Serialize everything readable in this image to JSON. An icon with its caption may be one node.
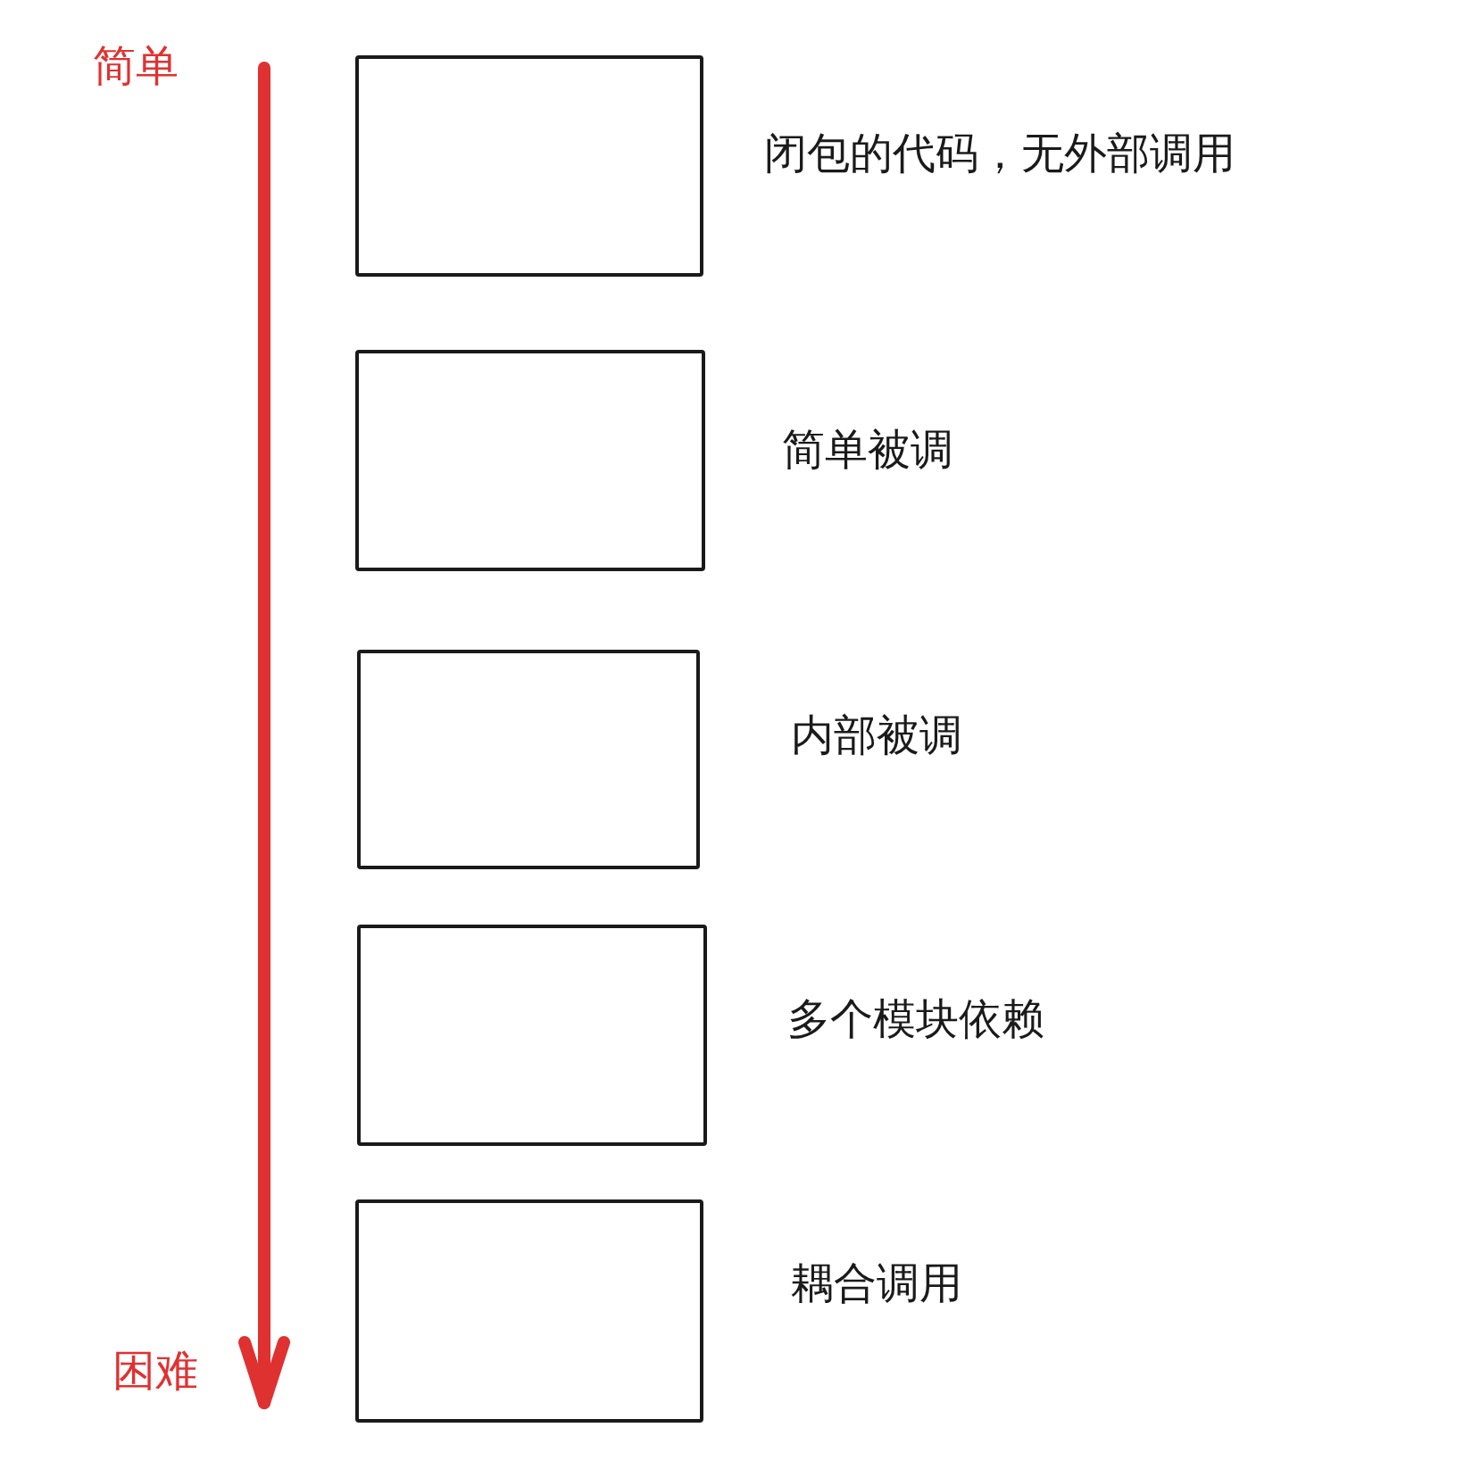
{
  "diagram": {
    "nodes": [
      {
        "text": [],
        "shape": "box",
        "beside": [
          "闭包的代码，无外部调用"
        ]
      },
      {
        "text": [],
        "shape": "box",
        "beside": [
          "简单被调"
        ]
      },
      {
        "text": [],
        "shape": "box",
        "beside": [
          "内部被调"
        ]
      },
      {
        "text": [],
        "shape": "box",
        "beside": [
          "多个模块依赖"
        ]
      },
      {
        "text": [],
        "shape": "box",
        "beside": [
          "耦合调用"
        ]
      }
    ],
    "edges": [],
    "labels": [
      "简单",
      "困难"
    ]
  }
}
